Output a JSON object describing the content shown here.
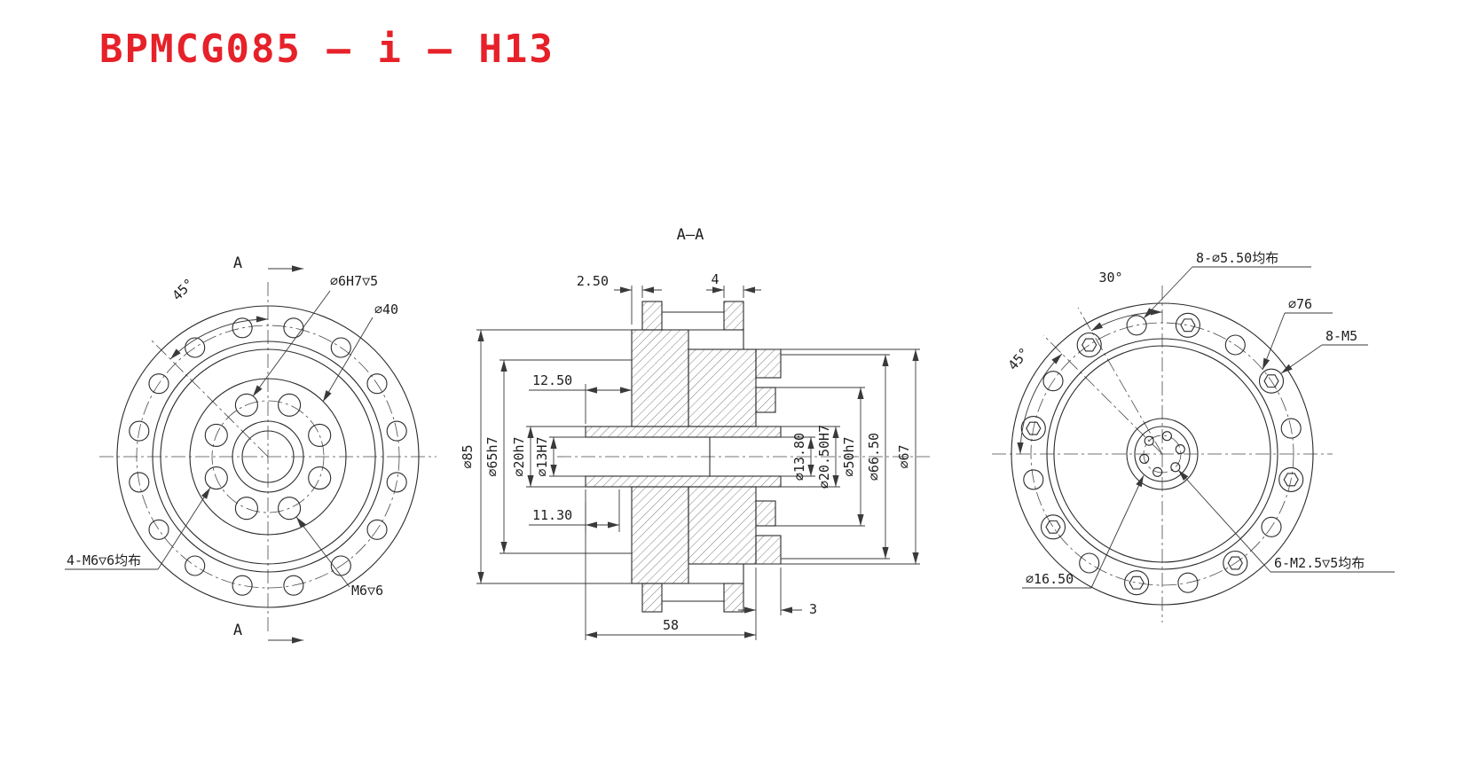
{
  "title": "BPMCG085 – i – H13",
  "colors": {
    "accent": "#e62129",
    "line": "#2b2b2b",
    "background": "#ffffff"
  },
  "front_view": {
    "section_label_top": "A",
    "section_label_bottom": "A",
    "dim_angle": "45°",
    "dim_pin_hole": "⌀6H7▽5",
    "dim_dia40": "⌀40",
    "dim_mount_holes": "4-M6▽6均布",
    "dim_thread": "M6▽6"
  },
  "section_view": {
    "title": "A—A",
    "dim_top_left": "2.50",
    "dim_top_right": "4",
    "dim_depth_upper": "12.50",
    "dim_depth_lower": "11.30",
    "dia_85": "⌀85",
    "dia_65h7": "⌀65h7",
    "dia_20h7": "⌀20h7",
    "dia_13H7": "⌀13H7",
    "dia_13_80": "⌀13.80",
    "dia_20_50H7": "⌀20.50H7",
    "dia_50h7": "⌀50h7",
    "dia_66_50": "⌀66.50",
    "dia_67": "⌀67",
    "dim_width": "58",
    "dim_right": "3"
  },
  "rear_view": {
    "dim_holes": "8-⌀5.50均布",
    "dim_angle30": "30°",
    "dim_bolt_circle": "⌀76",
    "dim_thread_holes": "8-M5",
    "dim_angle45": "45°",
    "dim_small_thread": "6-M2.5▽5均布",
    "dim_center_bore": "⌀16.50"
  }
}
